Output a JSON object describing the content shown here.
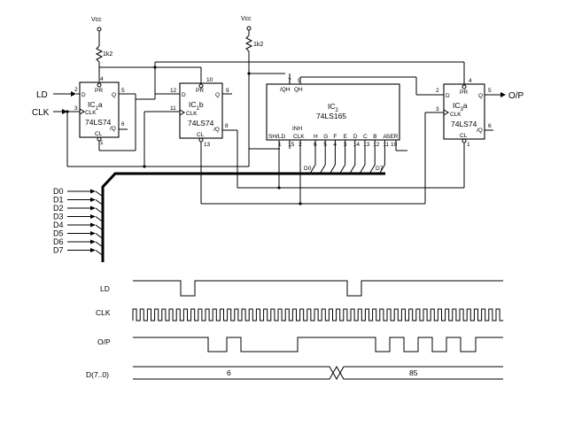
{
  "power": {
    "vcc_left": "Vcc",
    "vcc_right": "Vcc",
    "res_left": "1k2",
    "res_right": "1k2"
  },
  "inputs": {
    "ld": "LD",
    "clk": "CLK"
  },
  "output": {
    "label": "O/P"
  },
  "ic1a": {
    "name_main": "IC",
    "name_sub": "1",
    "name_suffix": "a",
    "part": "74LS74",
    "pin_pr": "4",
    "pin_d": "2",
    "pin_clk": "3",
    "pin_q": "5",
    "pin_qn": "6",
    "pin_cl": "1",
    "lbl_pr": "PR",
    "lbl_d": "D",
    "lbl_clk": "CLK",
    "lbl_q": "Q",
    "lbl_qn": "/Q",
    "lbl_cl": "CL"
  },
  "ic1b": {
    "name_main": "IC",
    "name_sub": "1",
    "name_suffix": "b",
    "part": "74LS74",
    "pin_pr": "10",
    "pin_d": "12",
    "pin_clk": "11",
    "pin_q": "9",
    "pin_qn": "8",
    "pin_cl": "13",
    "lbl_pr": "PR",
    "lbl_d": "D",
    "lbl_clk": "CLK",
    "lbl_q": "Q",
    "lbl_qn": "/Q",
    "lbl_cl": "CL"
  },
  "ic2": {
    "name_main": "IC",
    "name_sub": "2",
    "part": "74LS165",
    "pin_qhn": "7",
    "pin_qh": "9",
    "lbl_qhn": "/QH",
    "lbl_qh": "QH",
    "lbl_inh": "INH",
    "lbl_shld": "SH/LD",
    "lbl_clk": "CLK",
    "lbl_ser": "SER",
    "pin_shld": "1",
    "pin_inh": "15",
    "pin_clk": "2",
    "pin_ser": "10",
    "data_pins": [
      {
        "lbl": "H",
        "pin": "6"
      },
      {
        "lbl": "G",
        "pin": "5"
      },
      {
        "lbl": "F",
        "pin": "4"
      },
      {
        "lbl": "E",
        "pin": "3"
      },
      {
        "lbl": "D",
        "pin": "14"
      },
      {
        "lbl": "C",
        "pin": "13"
      },
      {
        "lbl": "B",
        "pin": "12"
      },
      {
        "lbl": "A",
        "pin": "11"
      }
    ],
    "bus_d0": "D0",
    "bus_d7": "D7"
  },
  "ic3a": {
    "name_main": "IC",
    "name_sub": "3",
    "name_suffix": "a",
    "part": "74LS74",
    "pin_pr": "4",
    "pin_d": "2",
    "pin_clk": "3",
    "pin_q": "5",
    "pin_qn": "6",
    "pin_cl": "1",
    "lbl_pr": "PR",
    "lbl_d": "D",
    "lbl_clk": "CLK",
    "lbl_q": "Q",
    "lbl_qn": "/Q",
    "lbl_cl": "CL"
  },
  "bus": {
    "lines": [
      "D0",
      "D1",
      "D2",
      "D3",
      "D4",
      "D5",
      "D6",
      "D7"
    ]
  },
  "timing": {
    "labels": [
      "LD",
      "CLK",
      "O/P",
      "D(7..0)"
    ],
    "bus_values": [
      "6",
      "85"
    ]
  }
}
